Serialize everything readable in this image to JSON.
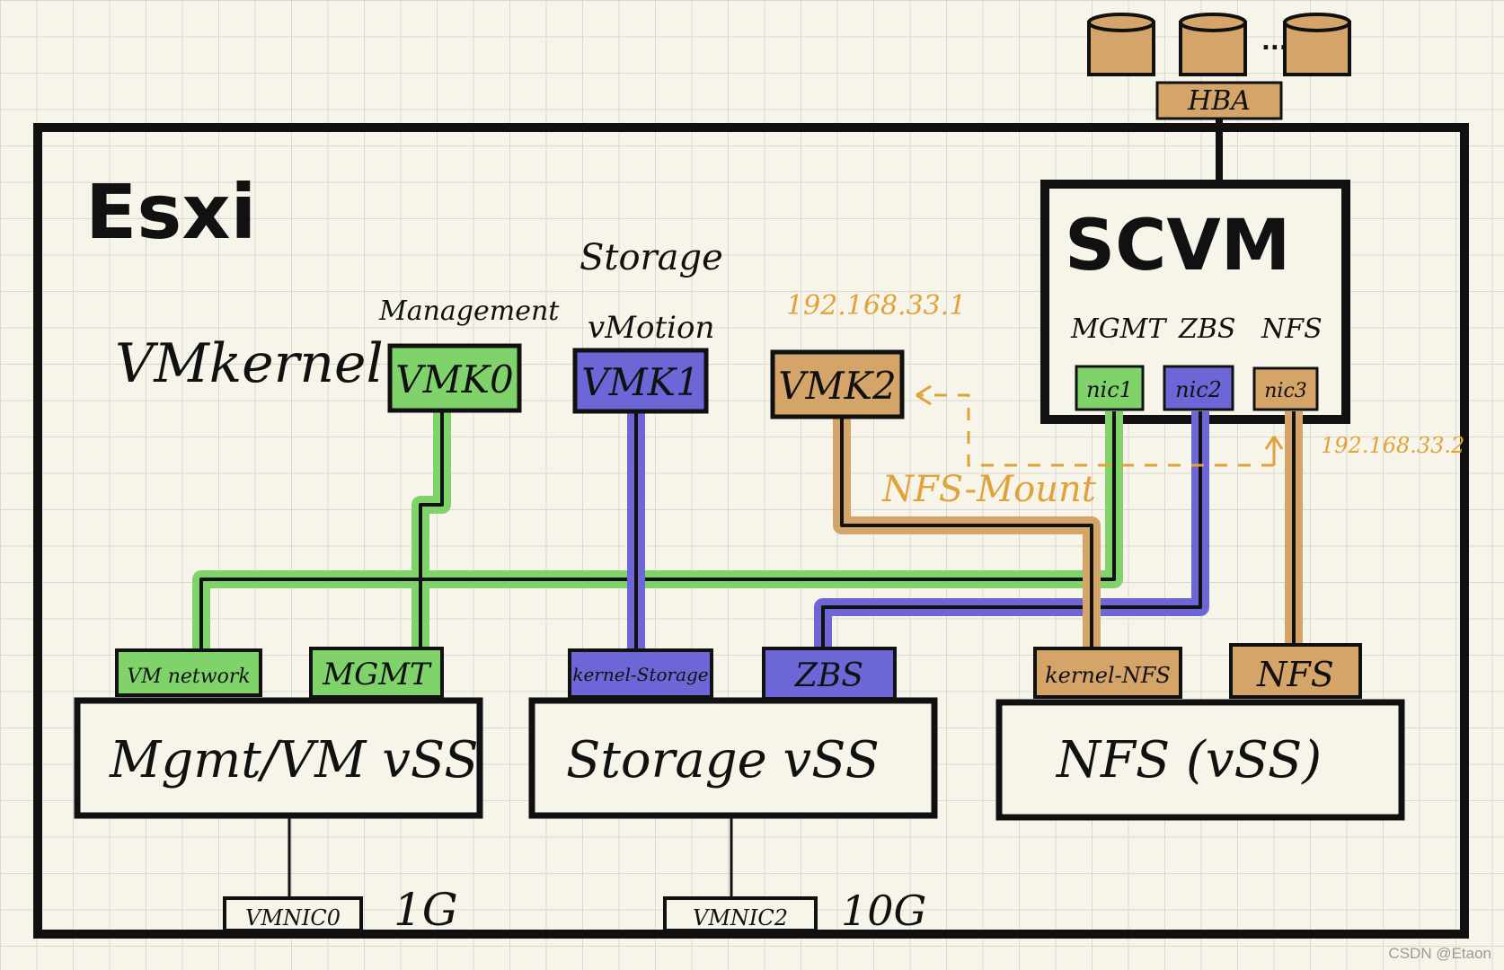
{
  "host": {
    "title": "Esxi"
  },
  "vmkernel": {
    "label": "VMkernel"
  },
  "vmk_labels": {
    "management": "Management",
    "storage_line1": "Storage",
    "storage_line2": "vMotion",
    "vmk2_ip": "192.168.33.1"
  },
  "vmk": [
    {
      "id": "vmk0",
      "label": "VMK0",
      "color": "#7fd36a"
    },
    {
      "id": "vmk1",
      "label": "VMK1",
      "color": "#6d66d6"
    },
    {
      "id": "vmk2",
      "label": "VMK2",
      "color": "#d4a468"
    }
  ],
  "scvm": {
    "title": "SCVM",
    "nic_labels": [
      "MGMT",
      "ZBS",
      "NFS"
    ],
    "nics": [
      "nic1",
      "nic2",
      "nic3"
    ],
    "nfs_ip": "192.168.33.2"
  },
  "storage": {
    "hba": "HBA",
    "disk_ellipsis": "..."
  },
  "nfs_mount": {
    "label": "NFS-Mount"
  },
  "portgroups": {
    "vm_network": "VM network",
    "mgmt": "MGMT",
    "kernel_storage": "kernel-Storage",
    "zbs": "ZBS",
    "kernel_nfs": "kernel-NFS",
    "nfs": "NFS"
  },
  "vswitches": {
    "mgmt_vm": "Mgmt/VM vSS",
    "storage": "Storage vSS",
    "nfs": "NFS (vSS)"
  },
  "uplinks": {
    "vmnic0": "VMNIC0",
    "vmnic0_speed": "1G",
    "vmnic2": "VMNIC2",
    "vmnic2_speed": "10G"
  },
  "colors": {
    "green": "#7fd36a",
    "blue": "#6d66d6",
    "orange": "#d4a468",
    "orange_text": "#e0a33b",
    "ink": "#111111"
  },
  "watermark": "CSDN @Etaon"
}
